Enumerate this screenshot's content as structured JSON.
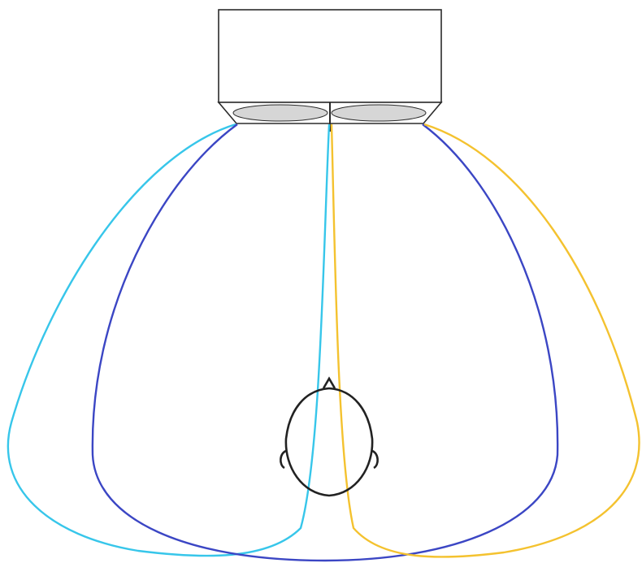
{
  "colors": {
    "background": "#ffffff",
    "outline": "#2b2b2b",
    "speaker_fill": "#d6d6d6",
    "left_outer_lobe": "#37c6ea",
    "left_inner_lobe": "#3b46c4",
    "right_inner_lobe": "#3b46c4",
    "right_outer_lobe": "#f4c22f",
    "head_stroke": "#222222"
  },
  "diagram": {
    "speaker_enclosure": {
      "driver_count": 2
    },
    "dispersion_lobes": [
      {
        "id": "left-outer",
        "color_key": "left_outer_lobe"
      },
      {
        "id": "left-inner",
        "color_key": "left_inner_lobe"
      },
      {
        "id": "right-inner",
        "color_key": "right_inner_lobe"
      },
      {
        "id": "right-outer",
        "color_key": "right_outer_lobe"
      }
    ],
    "listener_head": {
      "view": "top-down"
    }
  }
}
